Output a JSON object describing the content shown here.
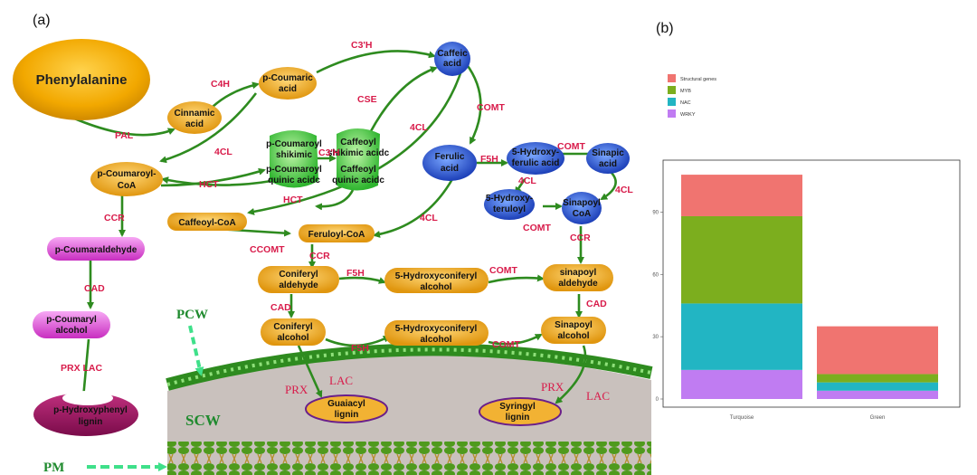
{
  "panel_a_label": "(a)",
  "panel_b_label": "(b)",
  "nodes": {
    "phenylalanine": "Phenylalanine",
    "cinnamic_acid": [
      "Cinnamic",
      "acid"
    ],
    "p_coumaric_acid": [
      "p-Coumaric",
      "acid"
    ],
    "caffeic_acid": [
      "Caffeic",
      "acid"
    ],
    "p_coumaroyl_coa": [
      "p-Coumaroyl-",
      "CoA"
    ],
    "p_coumaroyl_shikimic": [
      "p-Coumaroyl",
      "shikimic"
    ],
    "p_coumaroyl_quinic": [
      "p-Coumaroyl",
      "quinic acidc"
    ],
    "caffeoyl_shikimic": [
      "Caffeoyl",
      "shikimic acidc"
    ],
    "caffeoyl_quinic": [
      "Caffeoyl",
      "quinic acidc"
    ],
    "ferulic_acid": [
      "Ferulic",
      "acid"
    ],
    "hydroxy_ferulic_acid": [
      "5-Hydroxy-",
      "ferulic acid"
    ],
    "sinapic_acid": [
      "Sinapic",
      "acid"
    ],
    "hydroxy_feruloyl": [
      "5-Hydroxy-",
      "teruloyl"
    ],
    "sinapoyl_coa": [
      "Sinapoyl",
      "CoA"
    ],
    "caffeoyl_coa": "Caffeoyl-CoA",
    "feruloyl_coa": "Feruloyl-CoA",
    "p_coumaraldehyde": "p-Coumaraldehyde",
    "p_coumaryl_alcohol": [
      "p-Coumaryl",
      "alcohol"
    ],
    "p_hydroxyphenyl_lignin": [
      "p-Hydroxyphenyl",
      "lignin"
    ],
    "coniferyl_aldehyde": [
      "Coniferyl",
      "aldehyde"
    ],
    "hydroxyconiferyl_alcohol_top": [
      "5-Hydroxyconiferyl",
      "alcohol"
    ],
    "sinapoyl_aldehyde": [
      "sinapoyl",
      "aldehyde"
    ],
    "coniferyl_alcohol": [
      "Coniferyl",
      "alcohol"
    ],
    "hydroxyconiferyl_alcohol_bottom": [
      "5-Hydroxyconiferyl",
      "alcohol"
    ],
    "sinapoyl_alcohol": [
      "Sinapoyl",
      "alcohol"
    ],
    "guaiacyl_lignin": [
      "Guaiacyl",
      "lignin"
    ],
    "syringyl_lignin": [
      "Syringyl",
      "lignin"
    ]
  },
  "enzymes": {
    "pal": "PAL",
    "c4h": "C4H",
    "c3h_top": "C3'H",
    "cse": "CSE",
    "comt_1": "COMT",
    "fourcl_1": "4CL",
    "fourcl_2": "4CL",
    "fourcl_3": "4CL",
    "fourcl_4": "4CL",
    "fourcl_5": "4CL",
    "hct_1": "HCT",
    "hct_2": "HCT",
    "c3h_mid": "C3'H",
    "ccr_1": "CCR",
    "ccr_2": "CCR",
    "ccr_3": "CCR",
    "ccomt": "CCOMT",
    "f5h_1": "F5H",
    "f5h_2": "F5H",
    "f5h_3": "F5H",
    "comt_2": "COMT",
    "comt_3": "COMT",
    "comt_4": "COMT",
    "comt_5": "COMT",
    "cad_1": "CAD",
    "cad_2": "CAD",
    "cad_3": "CAD",
    "prx_lac": "PRX  LAC",
    "prx_1": "PRX",
    "lac_1": "LAC",
    "prx_2": "PRX",
    "lac_2": "LAC"
  },
  "wall_labels": {
    "pcw": "PCW",
    "scw": "SCW",
    "pm": "PM"
  },
  "colors": {
    "arrow": "#2e8b1f",
    "orange_node": "#f2b233",
    "blue_node": "#2f63d6",
    "green_node": "#41c33f",
    "pink_node": "#d94fd0",
    "enzyme": "#d81b4a",
    "wall_bg": "#c9c1bd"
  },
  "chart_data": {
    "type": "bar",
    "stacked": true,
    "categories": [
      "Turquoise",
      "Green"
    ],
    "series": [
      {
        "name": "WRKY",
        "color": "#c07cf2",
        "values": [
          14,
          4
        ]
      },
      {
        "name": "NAC",
        "color": "#22b5c3",
        "values": [
          32,
          4
        ]
      },
      {
        "name": "MYB",
        "color": "#7cae1e",
        "values": [
          42,
          4
        ]
      },
      {
        "name": "Structural genes",
        "color": "#f07470",
        "values": [
          20,
          23
        ]
      }
    ],
    "legend_order": [
      "Structural genes",
      "MYB",
      "NAC",
      "WRKY"
    ],
    "yticks": [
      0,
      30,
      60,
      90
    ],
    "ylim": [
      0,
      115
    ],
    "legend_position": "top-left",
    "grid": false
  }
}
